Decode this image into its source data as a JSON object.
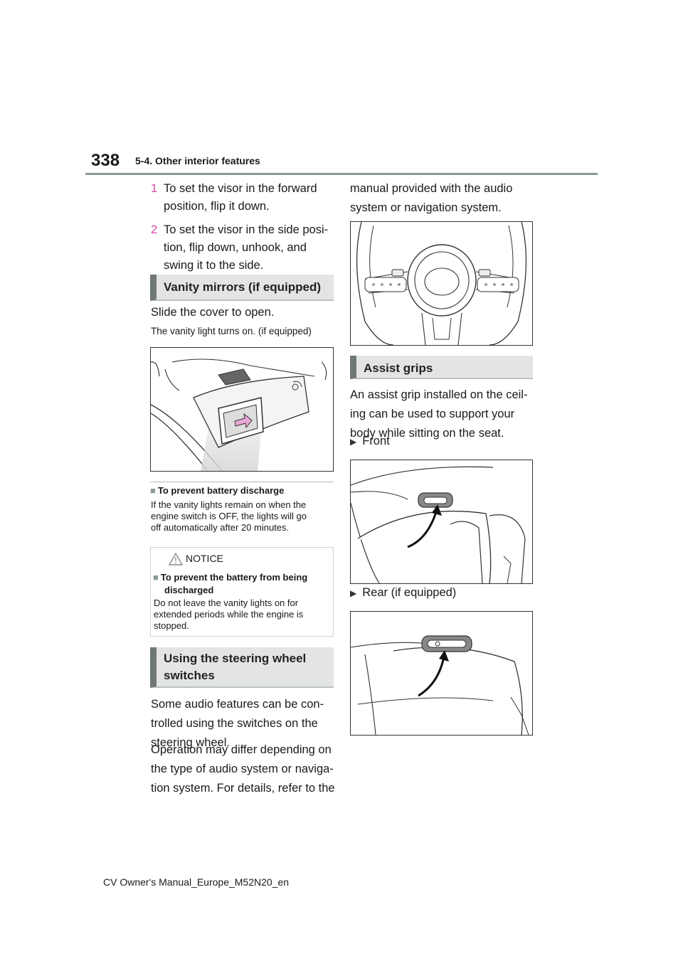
{
  "header": {
    "page_number": "338",
    "section": "5-4. Other interior features"
  },
  "left": {
    "steps": [
      {
        "num": "1",
        "text_l1": "To set the visor in the forward",
        "text_l2": "position, flip it down."
      },
      {
        "num": "2",
        "text_l1": "To set the visor in the side posi-",
        "text_l2": "tion, flip down, unhook, and",
        "text_l3": "swing it to the side."
      }
    ],
    "vanity_heading": "Vanity mirrors (if equipped)",
    "vanity_body": "Slide the cover to open.",
    "vanity_note": "The vanity light turns on. (if equipped)",
    "battery_title": "To prevent battery discharge",
    "battery_text_l1": "If the vanity lights remain on when the",
    "battery_text_l2": "engine switch is OFF, the lights will go",
    "battery_text_l3": "off automatically after 20 minutes.",
    "notice_label": "NOTICE",
    "notice_title_l1": "To prevent the battery from being",
    "notice_title_l2": "discharged",
    "notice_text_l1": "Do not leave the vanity lights on for",
    "notice_text_l2": "extended periods while the engine is",
    "notice_text_l3": "stopped.",
    "steering_heading_l1": "Using the steering wheel",
    "steering_heading_l2": "switches",
    "steering_p1_l1": "Some audio features can be con-",
    "steering_p1_l2": "trolled using the switches on the",
    "steering_p1_l3": "steering wheel.",
    "steering_p2_l1": "Operation may differ depending on",
    "steering_p2_l2": "the type of audio system or naviga-",
    "steering_p2_l3": "tion system. For details, refer to the"
  },
  "right": {
    "cont_l1": "manual provided with the audio",
    "cont_l2": "system or navigation system.",
    "assist_heading": "Assist grips",
    "assist_l1": "An assist grip installed on the ceil-",
    "assist_l2": "ing can be used to support your",
    "assist_l3": "body while sitting on the seat.",
    "front_label": "Front",
    "rear_label": "Rear (if equipped)"
  },
  "footer": {
    "text": "CV Owner's Manual_Europe_M52N20_en"
  },
  "colors": {
    "step_number": "#d84aa6",
    "heading_bar": "#6f7875",
    "heading_bg": "#e3e5e4",
    "pink_arrow": "#e9a6d8"
  }
}
